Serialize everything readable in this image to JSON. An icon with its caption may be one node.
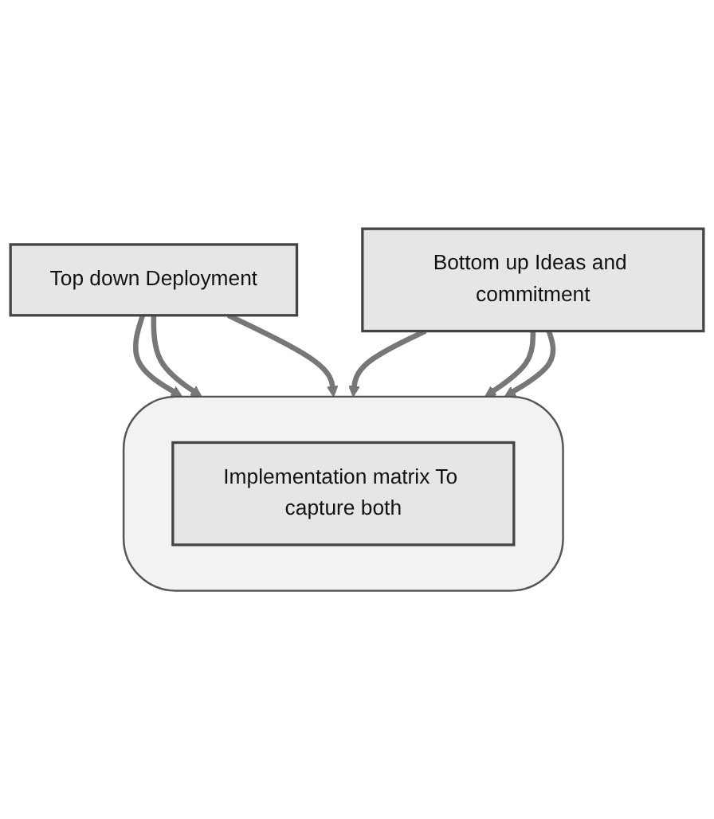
{
  "diagram": {
    "nodes": [
      {
        "text": [
          "Top down Deployment"
        ]
      },
      {
        "text": [],
        "shape": "cloud"
      },
      {
        "text": [
          "Implementation matrix To capture both"
        ],
        "in": 1
      },
      {
        "text": [
          "Bottom up Ideas and commitment"
        ]
      }
    ],
    "edges": [
      {
        "from": 0,
        "to": 1,
        "arrow": "to"
      },
      {
        "from": 0,
        "to": 1,
        "arrow": "to"
      },
      {
        "from": 0,
        "to": 1,
        "arrow": "to"
      },
      {
        "from": 3,
        "to": 1,
        "arrow": "to"
      },
      {
        "from": 3,
        "to": 1,
        "arrow": "to"
      },
      {
        "from": 3,
        "to": 1,
        "arrow": "to"
      }
    ]
  }
}
